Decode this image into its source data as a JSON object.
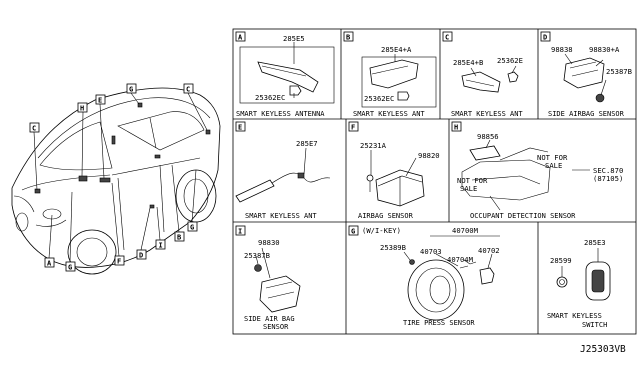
{
  "reference_code": "J25303VB",
  "car_callouts": [
    "C",
    "H",
    "E",
    "G",
    "C",
    "A",
    "G",
    "F",
    "D",
    "I",
    "B",
    "G"
  ],
  "panels": [
    {
      "key": "A",
      "parts": [
        "285E5",
        "25362EC"
      ],
      "caption": "SMART KEYLESS ANTENNA"
    },
    {
      "key": "B",
      "parts": [
        "285E4+A",
        "25362EC"
      ],
      "caption": "SMART KEYLESS ANT"
    },
    {
      "key": "C",
      "parts": [
        "285E4+B",
        "25362E"
      ],
      "caption": "SMART KEYLESS ANT"
    },
    {
      "key": "D",
      "parts": [
        "98838",
        "98830+A",
        "25387B"
      ],
      "caption": "SIDE AIRBAG SENSOR"
    },
    {
      "key": "E",
      "parts": [
        "285E7"
      ],
      "caption": "SMART KEYLESS ANT"
    },
    {
      "key": "F",
      "parts": [
        "25231A",
        "98820"
      ],
      "caption": "AIRBAG SENSOR"
    },
    {
      "key": "H",
      "parts": [
        "98856",
        "NOT FOR",
        "SALE",
        "NOT FOR",
        "SALE",
        "SEC.870",
        "(87105)"
      ],
      "caption": "OCCUPANT DETECTION SENSOR"
    },
    {
      "key": "I",
      "parts": [
        "98830",
        "25387B"
      ],
      "caption": "SIDE AIR BAG",
      "caption2": "SENSOR"
    },
    {
      "key": "G",
      "header": "(W/I-KEY)",
      "parts": [
        "40700M",
        "25389B",
        "40703",
        "40702",
        "40704M"
      ],
      "caption": "TIRE PRESS SENSOR"
    },
    {
      "key": "",
      "parts": [
        "285E3",
        "28599"
      ],
      "caption": "SMART KEYLESS",
      "caption2": "SWITCH"
    }
  ]
}
